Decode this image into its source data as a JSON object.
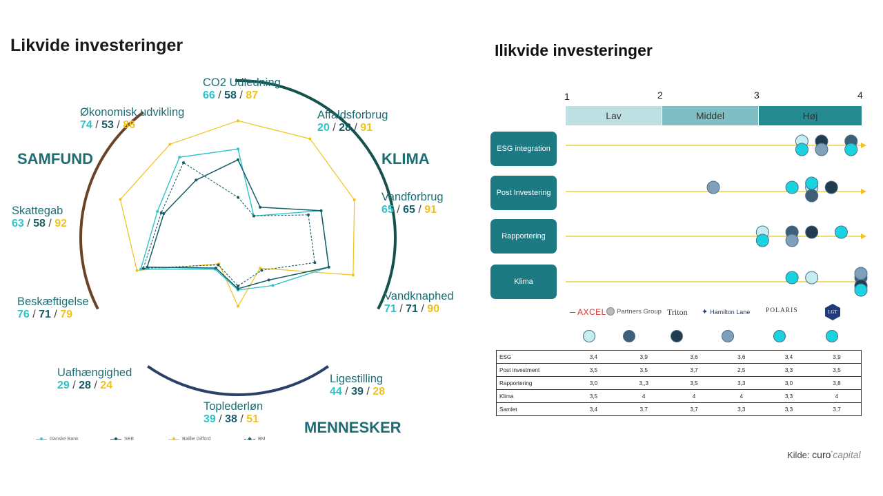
{
  "left_title": "Likvide investeringer",
  "right_title": "Ilikvide investeringer",
  "groups": {
    "samfund": "SAMFUND",
    "klima": "KLIMA",
    "mennesker": "MENNESKER"
  },
  "colors": {
    "danske": "#2ec2c9",
    "seb": "#175b66",
    "baillie": "#f0c21b",
    "bm": "#175b66",
    "samfund_arc": "#6b4226",
    "klima_arc": "#14524b",
    "mennesker_arc": "#2b3f6b",
    "row_button": "#1d7a83"
  },
  "sep": "/",
  "chart_data": [
    {
      "type": "radar",
      "axes": [
        {
          "name": "CO2 Udledning",
          "v1": "66",
          "v2": "58",
          "v3": "87"
        },
        {
          "name": "Affaldsforbrug",
          "v1": "20",
          "v2": "28",
          "v3": "91"
        },
        {
          "name": "Vandforbrug",
          "v1": "65",
          "v2": "65",
          "v3": "91"
        },
        {
          "name": "Vandknaphed",
          "v1": "71",
          "v2": "71",
          "v3": "90"
        },
        {
          "name": "Ligestilling",
          "v1": "44",
          "v2": "39",
          "v3": "28"
        },
        {
          "name": "Toplederløn",
          "v1": "39",
          "v2": "38",
          "v3": "51"
        },
        {
          "name": "Uafhængighed",
          "v1": "29",
          "v2": "28",
          "v3": "24"
        },
        {
          "name": "Beskæftigelse",
          "v1": "76",
          "v2": "71",
          "v3": "79"
        },
        {
          "name": "Skattegab",
          "v1": "63",
          "v2": "58",
          "v3": "92"
        },
        {
          "name": "Økonomisk udvikling",
          "v1": "74",
          "v2": "53",
          "v3": "86"
        }
      ],
      "range": [
        0,
        100
      ],
      "series": [
        {
          "name": "Danske Bank",
          "values": [
            66,
            20,
            65,
            71,
            44,
            39,
            29,
            76,
            63,
            74
          ]
        },
        {
          "name": "SEB",
          "values": [
            58,
            28,
            65,
            71,
            39,
            38,
            28,
            71,
            58,
            53
          ]
        },
        {
          "name": "Baillie Gifford",
          "values": [
            87,
            91,
            91,
            90,
            28,
            51,
            24,
            79,
            92,
            86
          ]
        },
        {
          "name": "BM",
          "values": [
            30,
            20,
            55,
            60,
            30,
            36,
            25,
            74,
            60,
            69
          ]
        }
      ]
    },
    {
      "type": "scatter",
      "scale_ticks": [
        "1",
        "2",
        "3",
        "4"
      ],
      "xlim": [
        1,
        4
      ],
      "bands": [
        {
          "label": "Lav",
          "from": 1,
          "to": 2
        },
        {
          "label": "Middel",
          "from": 2,
          "to": 3
        },
        {
          "label": "Høj",
          "from": 3,
          "to": 4
        }
      ],
      "rows": [
        "ESG integration",
        "Post Investering",
        "Rapportering",
        "Klima"
      ],
      "managers": [
        "AXCEL",
        "Partners Group",
        "Triton",
        "Hamilton Lane",
        "POLARIS",
        "LGT"
      ],
      "manager_colors": [
        "#c5ecef",
        "#3d5f78",
        "#203c4e",
        "#7f9fba",
        "#19d3e0",
        "#19d3e0"
      ],
      "values": [
        [
          3.4,
          3.9,
          3.6,
          3.6,
          3.4,
          3.9
        ],
        [
          3.5,
          3.5,
          3.7,
          2.5,
          3.3,
          3.5
        ],
        [
          3.0,
          3.3,
          3.5,
          3.3,
          3.0,
          3.8
        ],
        [
          3.5,
          4,
          4,
          4,
          3.3,
          4
        ]
      ]
    }
  ],
  "table": {
    "rows": [
      {
        "label": "ESG",
        "cells": [
          "3,4",
          "3,9",
          "3,6",
          "3,6",
          "3,4",
          "3,9"
        ]
      },
      {
        "label": "Post investment",
        "cells": [
          "3,5",
          "3,5",
          "3,7",
          "2,5",
          "3,3",
          "3,5"
        ]
      },
      {
        "label": "Rapportering",
        "cells": [
          "3,0",
          "3,,3",
          "3,5",
          "3,3",
          "3,0",
          "3,8"
        ]
      },
      {
        "label": "Klima",
        "cells": [
          "3,5",
          "4",
          "4",
          "4",
          "3,3",
          "4"
        ]
      },
      {
        "label": "Samlet",
        "cells": [
          "3,4",
          "3,7",
          "3,7",
          "3,3",
          "3,3",
          "3,7"
        ]
      }
    ]
  },
  "source": {
    "label": "Kilde:",
    "brand_a": "curo",
    "brand_b": "capital"
  }
}
